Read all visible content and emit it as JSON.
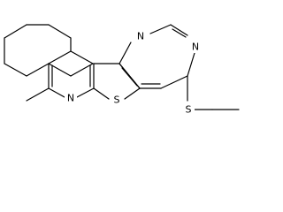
{
  "molecule": {
    "atom_labels": {
      "n_top": "N",
      "n_right": "N",
      "n_pyridine": "N",
      "s_ring": "S",
      "s_methylthio": "S"
    },
    "colors": {
      "bond": "#000000",
      "background": "#ffffff"
    }
  }
}
